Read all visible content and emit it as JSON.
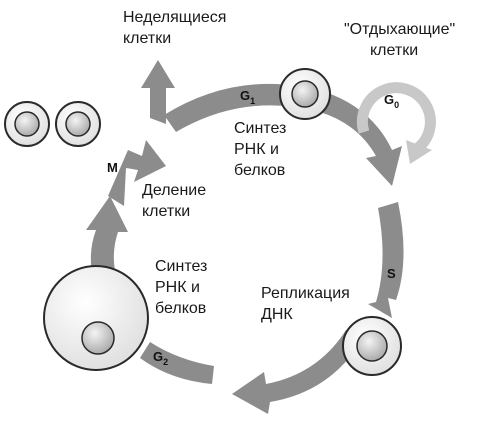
{
  "labels": {
    "nondividing": [
      "Неделящиеся",
      "клетки"
    ],
    "resting": [
      "\"Отдыхающие\"",
      "клетки"
    ],
    "synthesis_g1": [
      "Синтез",
      "РНК и",
      "белков"
    ],
    "division": [
      "Деление",
      "клетки"
    ],
    "synthesis_g2": [
      "Синтез",
      "РНК и",
      "белков"
    ],
    "replication": [
      "Репликация",
      "ДНК"
    ]
  },
  "phases": {
    "g1": {
      "letter": "G",
      "sub": "1"
    },
    "g0": {
      "letter": "G",
      "sub": "0"
    },
    "s": {
      "letter": "S"
    },
    "g2": {
      "letter": "G",
      "sub": "2"
    },
    "m": {
      "letter": "M"
    }
  },
  "colors": {
    "cycle_arrow": "#8c8c8c",
    "g0_arrow": "#c8c8c8",
    "cell_fill": "#f2f2f2",
    "nucleus_fill": "#d4d4d4",
    "outline": "#2a2a2a"
  }
}
